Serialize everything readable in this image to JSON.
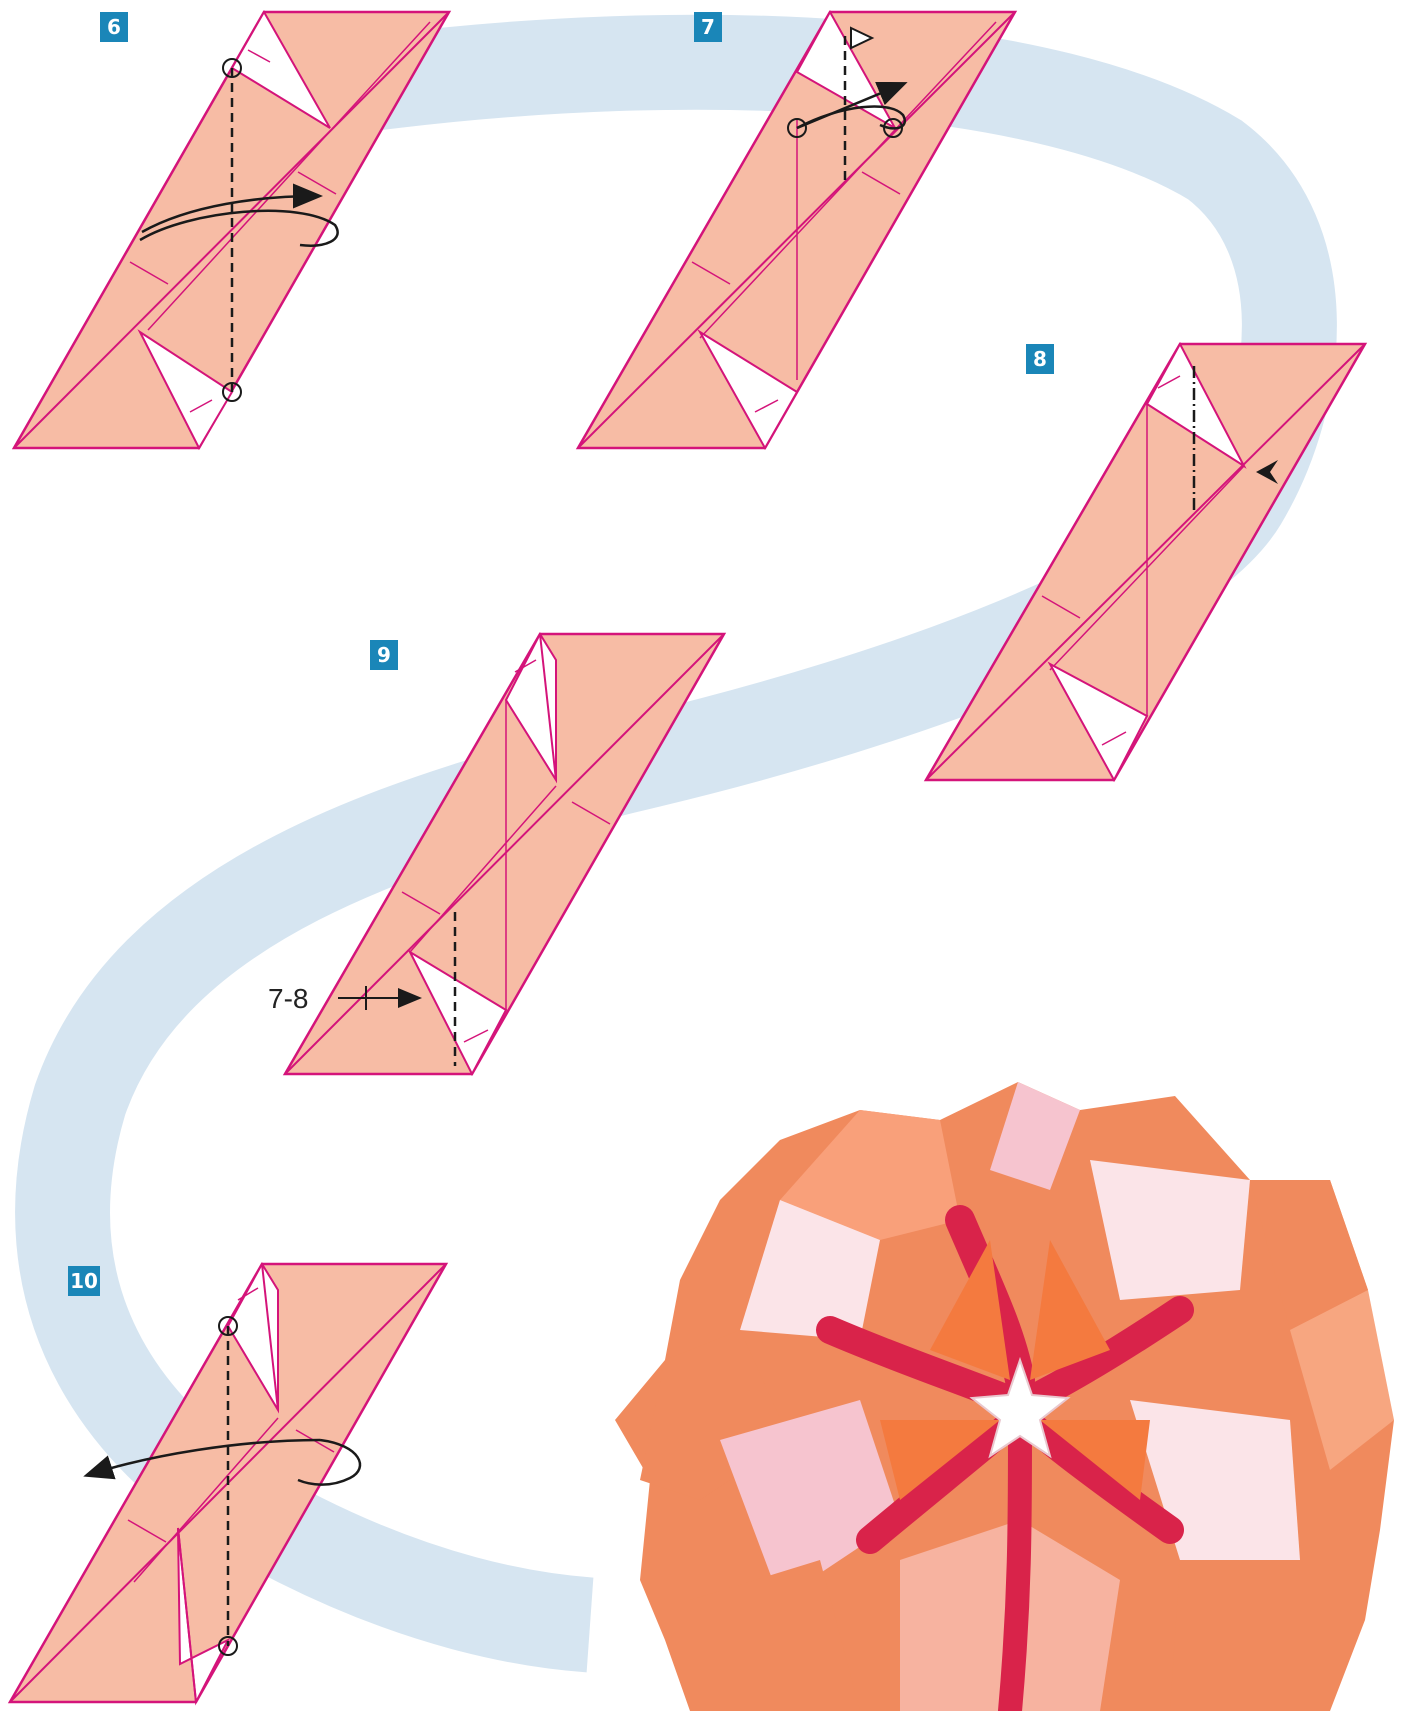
{
  "colors": {
    "paper": "#f7bca5",
    "edge": "#d4147a",
    "flap": "#ffffff",
    "path_band": "#d6e5f1",
    "badge": "#1a86b8",
    "line": "#1a1a1a",
    "ball_orange": "#f08a5d",
    "ball_red": "#d9234a",
    "ball_pink": "#f6c4cf",
    "ball_light": "#fbe4e8"
  },
  "steps": [
    {
      "label": "6"
    },
    {
      "label": "7"
    },
    {
      "label": "8"
    },
    {
      "label": "9"
    },
    {
      "label": "10"
    }
  ],
  "annotations": {
    "step9_measure": "7-8"
  },
  "photo": {
    "subject": "kusudama-ball"
  }
}
